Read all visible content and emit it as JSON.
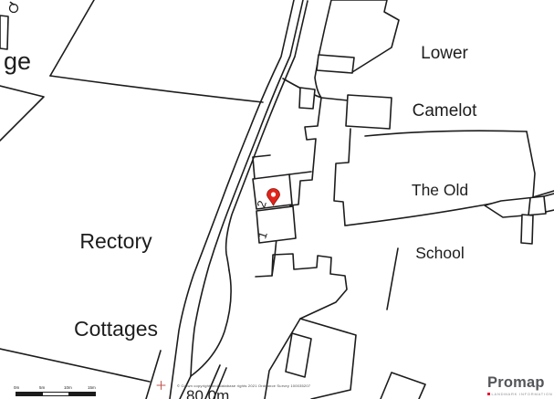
{
  "map": {
    "place_labels": {
      "partial_name": "ge",
      "lower_camelot": [
        "Lower",
        "Camelot"
      ],
      "old_school": [
        "The Old",
        "School"
      ],
      "rectory_cottages": [
        "Rectory",
        "Cottages"
      ],
      "plot_numbers": [
        "2",
        "1"
      ]
    },
    "marker": {
      "type": "location-pin",
      "color": "#e2231a"
    },
    "measurement_label": "80.0m",
    "crosshair_color": "#c0564f"
  },
  "scale_bar": {
    "ticks": [
      "0m",
      "5m",
      "10m",
      "15m"
    ]
  },
  "attribution": {
    "copyright": "© Crown copyright and database rights 2021 Ordnance Survey 100035207",
    "logo": {
      "text": "Promap",
      "tagline": "LANDMARK INFORMATION",
      "color": "#54565a",
      "accent": "#e31837"
    }
  },
  "colors": {
    "linework": "#1c1c1c",
    "background": "#ffffff"
  }
}
